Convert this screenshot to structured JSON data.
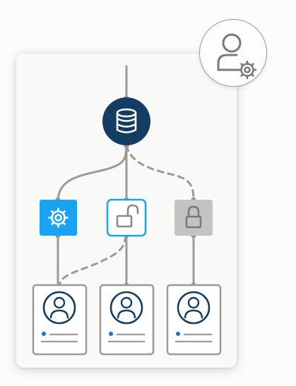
{
  "colors": {
    "database_node": "#143d63",
    "settings_node": "#1aa3f2",
    "unlocked_node_border": "#1aa3f2",
    "locked_node": "#c3c3c3",
    "connector": "#9a9a9a",
    "user_icon_outline": "#143d63",
    "user_card_bullet": "#1f73c9"
  },
  "icons": {
    "badge": "user-gear-icon",
    "database": "database-icon",
    "settings": "gear-icon",
    "unlocked": "unlock-icon",
    "locked": "lock-icon",
    "user": "user-icon"
  },
  "nodes": [
    {
      "id": "database",
      "kind": "database"
    },
    {
      "id": "settings",
      "kind": "permission-settings"
    },
    {
      "id": "unlocked",
      "kind": "access-unlocked"
    },
    {
      "id": "locked",
      "kind": "access-locked"
    },
    {
      "id": "user-1",
      "kind": "user"
    },
    {
      "id": "user-2",
      "kind": "user"
    },
    {
      "id": "user-3",
      "kind": "user"
    }
  ],
  "edges": [
    {
      "from": "database",
      "to": "settings",
      "style": "solid"
    },
    {
      "from": "database",
      "to": "unlocked",
      "style": "solid"
    },
    {
      "from": "database",
      "to": "locked",
      "style": "dashed"
    },
    {
      "from": "settings",
      "to": "user-1",
      "style": "solid"
    },
    {
      "from": "unlocked",
      "to": "user-1",
      "style": "dashed"
    },
    {
      "from": "unlocked",
      "to": "user-2",
      "style": "solid"
    },
    {
      "from": "locked",
      "to": "user-3",
      "style": "solid"
    }
  ]
}
